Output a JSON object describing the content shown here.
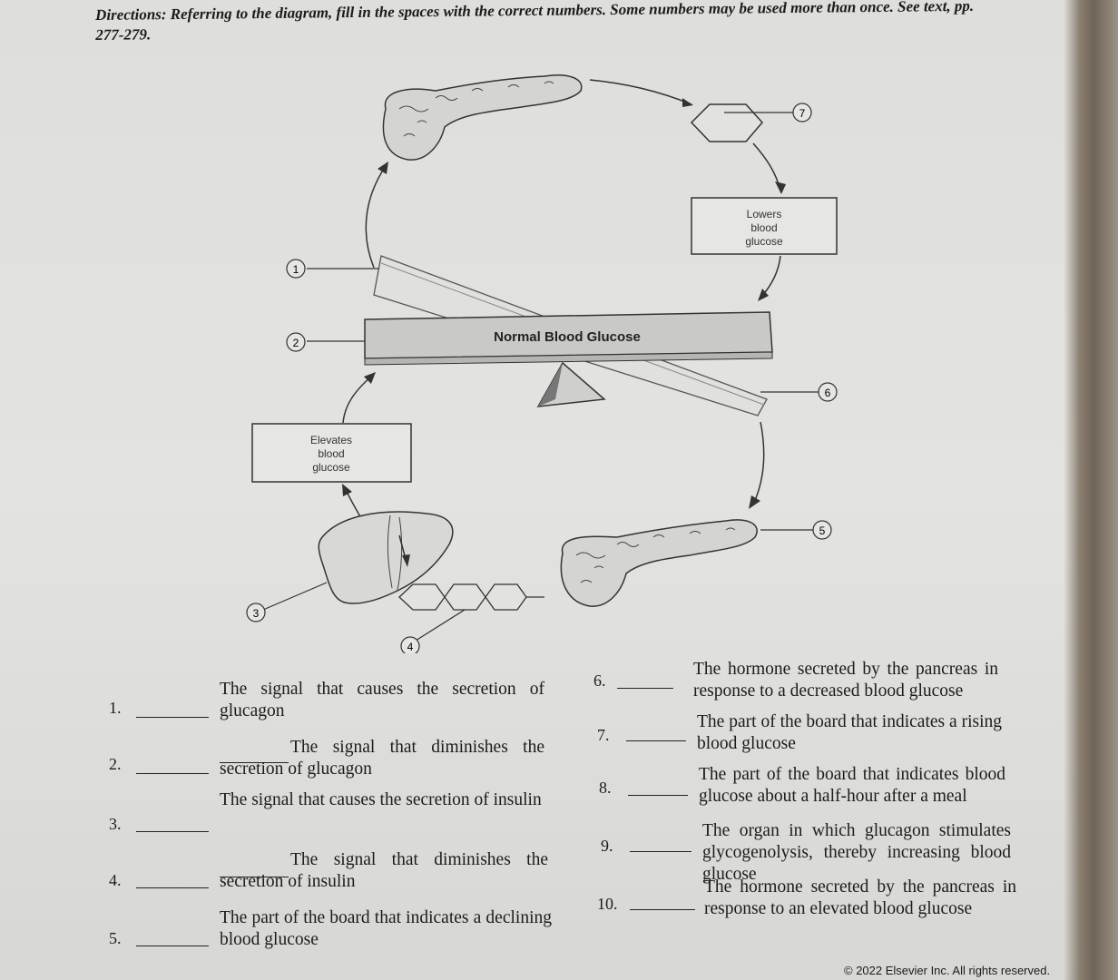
{
  "directions": "Directions: Referring to the diagram, fill in the spaces with the correct numbers. Some numbers may be used more than once. See text, pp. 277-279.",
  "diagram": {
    "board_label": "Normal Blood Glucose",
    "lowers_box": [
      "Lowers",
      "blood",
      "glucose"
    ],
    "elevates_box": [
      "Elevates",
      "blood",
      "glucose"
    ],
    "callouts": [
      "1",
      "2",
      "3",
      "4",
      "5",
      "6",
      "7"
    ]
  },
  "questions_left": [
    {
      "num": "1.",
      "text": "The signal that causes the secretion of glucagon",
      "double": false
    },
    {
      "num": "2.",
      "text": "The signal that diminishes the secretion of glucagon",
      "double": true
    },
    {
      "num": "3.",
      "text": "The signal that causes the secretion of insulin",
      "double": false
    },
    {
      "num": "4.",
      "text": "The signal that diminishes the secretion of insulin",
      "double": true
    },
    {
      "num": "5.",
      "text": "The part of the board that indicates a declining blood glucose",
      "double": false
    }
  ],
  "questions_right": [
    {
      "num": "6.",
      "text": "The hormone secreted by the pancreas in response to a decreased blood glucose"
    },
    {
      "num": "7.",
      "text": "The part of the board that indicates a rising blood glucose"
    },
    {
      "num": "8.",
      "text": "The part of the board that indicates blood glucose about a half-hour after a meal"
    },
    {
      "num": "9.",
      "text": "The organ in which glucagon stimulates glycogenolysis, thereby increasing blood glucose"
    },
    {
      "num": "10.",
      "text": "The hormone secreted by the pancreas in response to an elevated blood glucose"
    }
  ],
  "copyright": "© 2022 Elsevier Inc. All rights reserved."
}
